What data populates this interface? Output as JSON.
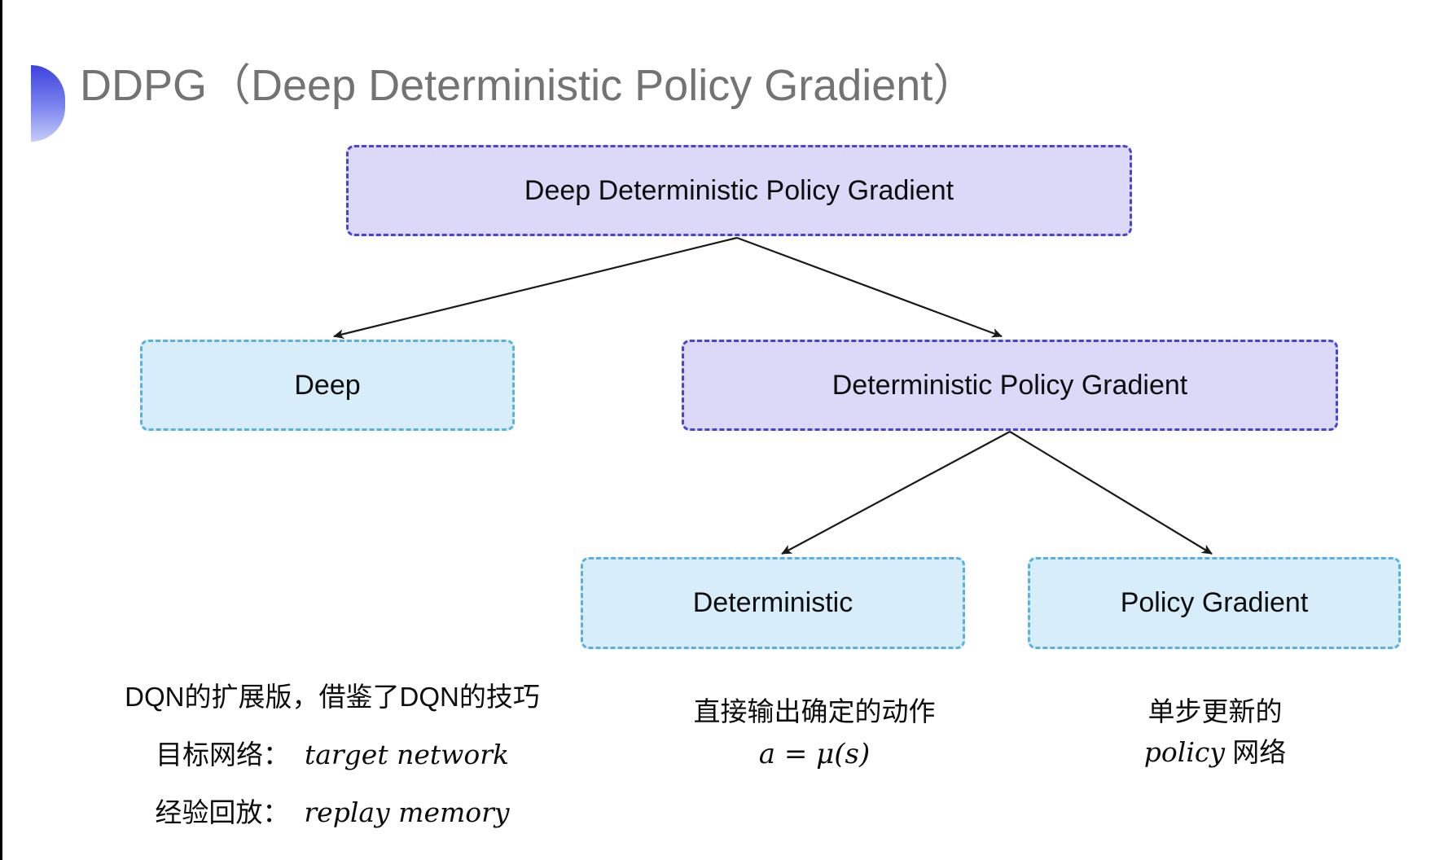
{
  "header": {
    "title": "DDPG（Deep Deterministic Policy Gradient）"
  },
  "diagram": {
    "nodes": [
      {
        "id": "ddpg",
        "label": "Deep Deterministic Policy Gradient",
        "variant": "purple"
      },
      {
        "id": "deep",
        "label": "Deep",
        "variant": "blue"
      },
      {
        "id": "dpg",
        "label": "Deterministic Policy Gradient",
        "variant": "purple"
      },
      {
        "id": "deterministic",
        "label": "Deterministic",
        "variant": "blue"
      },
      {
        "id": "policy_gradient",
        "label": "Policy Gradient",
        "variant": "blue"
      }
    ],
    "edges": [
      {
        "from": "ddpg",
        "to": "deep"
      },
      {
        "from": "ddpg",
        "to": "dpg"
      },
      {
        "from": "dpg",
        "to": "deterministic"
      },
      {
        "from": "dpg",
        "to": "policy_gradient"
      }
    ]
  },
  "notes": {
    "dqn": {
      "line1": "DQN的扩展版，借鉴了DQN的技巧",
      "target_label": "目标网络：",
      "target_value": "target network",
      "replay_label": "经验回放：",
      "replay_value": "replay memory"
    },
    "deterministic": {
      "line1": "直接输出确定的动作",
      "formula": "a = μ(s)"
    },
    "policy_gradient": {
      "line1": "单步更新的",
      "italic_word": "policy",
      "rest": " 网络"
    }
  },
  "colors": {
    "purple_fill": "#dcd9f8",
    "purple_border": "#4444d8",
    "blue_fill": "#d8edfa",
    "blue_border": "#57b2e2",
    "title_gray": "#737373",
    "arrow": "#1a1a1a",
    "accent_gradient_top": "#3c42df",
    "accent_gradient_bottom": "#c6cdf9"
  }
}
